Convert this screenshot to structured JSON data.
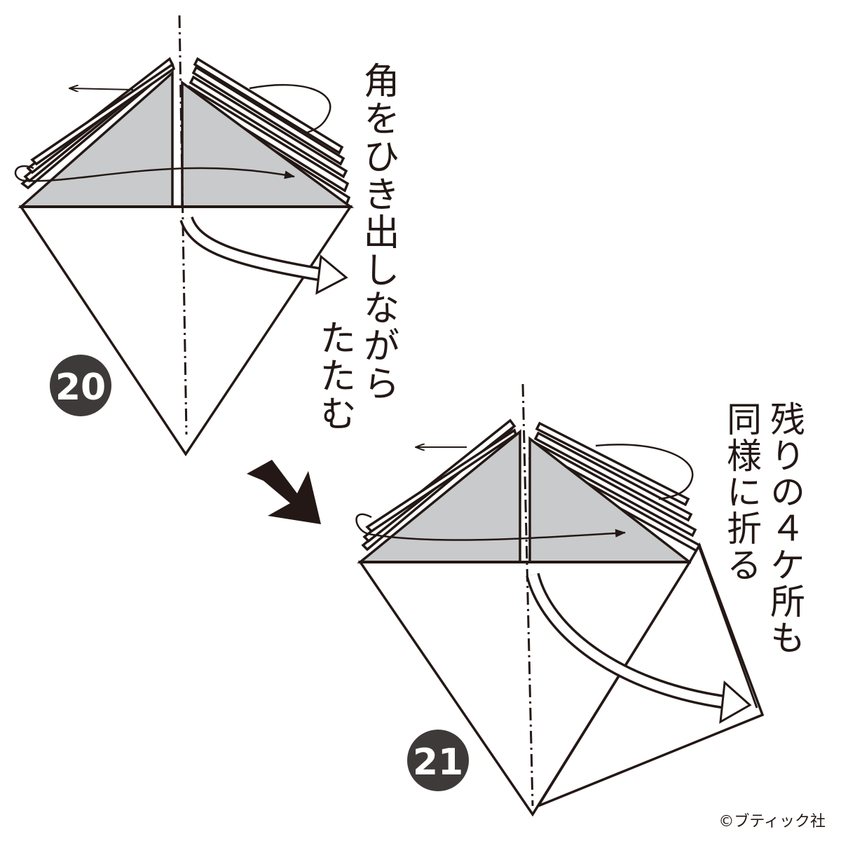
{
  "steps": [
    {
      "number": "20",
      "instruction_lines": [
        "角をひき出しながら",
        "たたむ"
      ]
    },
    {
      "number": "21",
      "instruction_lines": [
        "残りの４ケ所も",
        "同様に折る"
      ]
    }
  ],
  "copyright": "©ブティック社",
  "colors": {
    "line": "#231815",
    "fill_shaded": "#c9cacb",
    "badge": "#3e3a39",
    "badge_text": "#ffffff",
    "background": "#ffffff"
  }
}
